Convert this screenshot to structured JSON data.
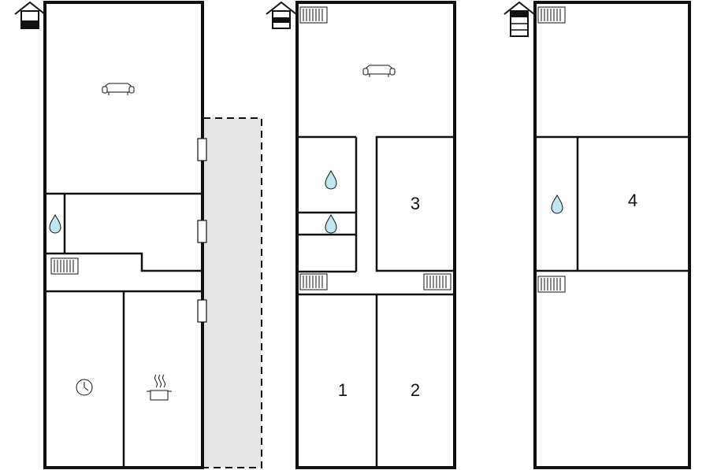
{
  "colors": {
    "wall": "#111111",
    "terrace_fill": "#e5e5e5",
    "water": "#bfe8f2",
    "background": "#ffffff"
  },
  "floors": [
    {
      "level": "ground",
      "icons": [
        "house-floor-indicator-icon",
        "sofa-icon",
        "water-drop-icon",
        "radiator-icon",
        "clock-icon",
        "cooking-pot-icon"
      ]
    },
    {
      "level": "first",
      "icons": [
        "house-floor-indicator-icon",
        "radiator-icon",
        "sofa-icon",
        "water-drop-icon",
        "water-drop-icon",
        "radiator-icon",
        "radiator-icon"
      ]
    },
    {
      "level": "second",
      "icons": [
        "house-floor-indicator-icon",
        "radiator-icon",
        "water-drop-icon",
        "radiator-icon"
      ]
    }
  ],
  "bedrooms": {
    "room1": "1",
    "room2": "2",
    "room3": "3",
    "room4": "4"
  }
}
